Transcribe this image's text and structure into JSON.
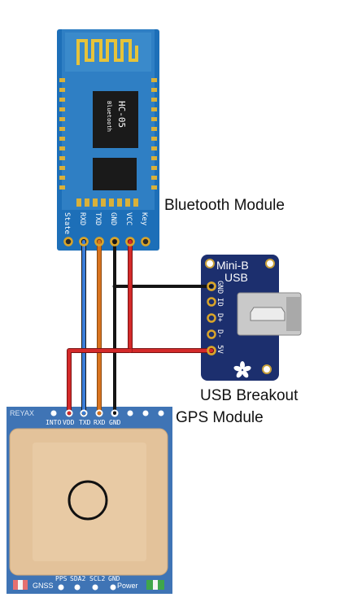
{
  "labels": {
    "bluetooth_module": "Bluetooth Module",
    "usb_breakout": "USB Breakout",
    "gps_module": "GPS Module"
  },
  "hc05": {
    "chip_text": "HC-05",
    "chip_subtext": "Bluetooth",
    "pins": [
      "State",
      "RXD",
      "TXD",
      "GND",
      "VCC",
      "Key"
    ]
  },
  "usb": {
    "title_line1": "Mini-B",
    "title_line2": "USB",
    "pins": [
      "GND",
      "ID",
      "D+",
      "D-",
      "5V"
    ]
  },
  "gps": {
    "brand": "REYAX",
    "top_pins": [
      "INTO",
      "VDD",
      "TXD",
      "RXD",
      "GND"
    ],
    "bottom_pins": [
      "PPS",
      "SDA2",
      "SCL2",
      "GND"
    ],
    "gnss_label": "GNSS",
    "power_label": "Power"
  },
  "colors": {
    "board_blue": "#1d6fb8",
    "gps_board": "#3f74b5",
    "antenna": "#e3c29a",
    "wire_blue": "#3a7dd8",
    "wire_orange": "#d9741f",
    "wire_black": "#151515",
    "wire_red": "#d42a2a",
    "pad_gold": "#d9a52a"
  }
}
